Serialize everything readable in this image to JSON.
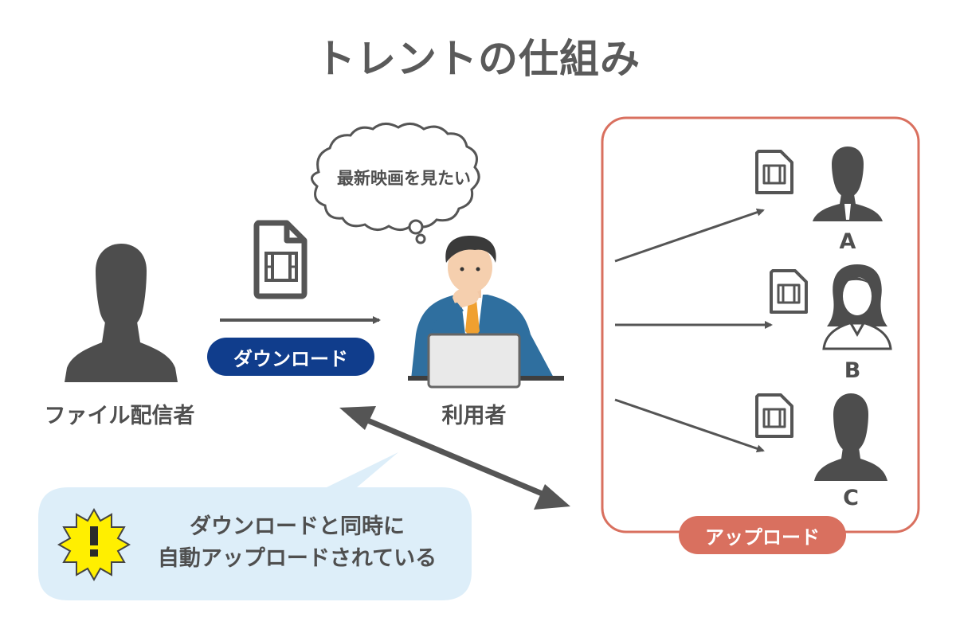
{
  "title": "トレントの仕組み",
  "distributor": {
    "label": "ファイル配信者",
    "icon": "person-silhouette-icon"
  },
  "download": {
    "label": "ダウンロード",
    "color": "#103d8c",
    "icon": "video-file-icon"
  },
  "user": {
    "label": "利用者",
    "thought": "最新映画を見たい",
    "icon": "thinking-businessman-laptop-icon"
  },
  "upload": {
    "label": "アップロード",
    "color": "#d9705f",
    "peers": [
      {
        "label": "A",
        "icon": "man-silhouette-icon"
      },
      {
        "label": "B",
        "icon": "woman-silhouette-icon"
      },
      {
        "label": "C",
        "icon": "person-silhouette-icon"
      }
    ]
  },
  "warning": {
    "line1": "ダウンロードと同時に",
    "line2": "自動アップロードされている",
    "icon": "exclamation-burst-icon",
    "bubble_color": "#ddeef9",
    "icon_color": "#ffef00"
  }
}
